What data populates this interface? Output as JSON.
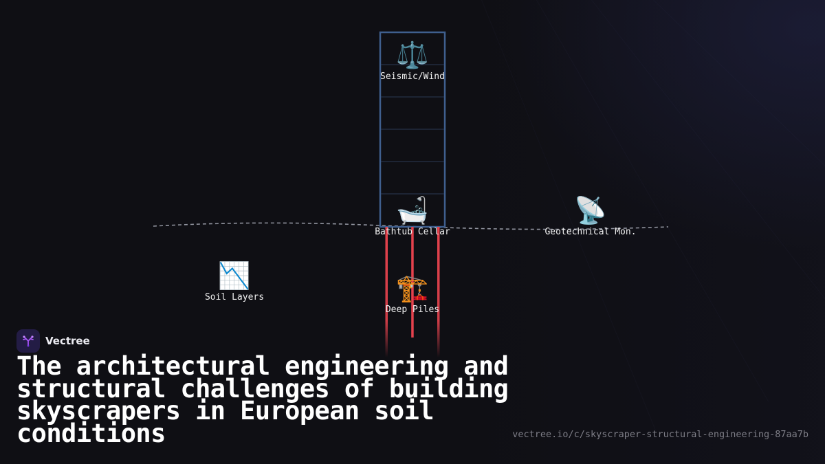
{
  "brand": {
    "name": "Vectree",
    "logo_icon": "vectree-tree-icon",
    "accent": "#a855f7"
  },
  "headline": "The architectural engineering and structural challenges of building skyscrapers in European soil conditions",
  "url": "vectree.io/c/skyscraper-structural-engineering-87aa7b",
  "diagram": {
    "nodes": [
      {
        "id": "seismic",
        "icon": "⚖️",
        "icon_name": "balance-scale-icon",
        "label": "Seismic/Wind"
      },
      {
        "id": "cellar",
        "icon": "🛁",
        "icon_name": "bathtub-icon",
        "label": "Bathtub Cellar"
      },
      {
        "id": "monitoring",
        "icon": "📡",
        "icon_name": "satellite-dish-icon",
        "label": "Geotechnical Mon."
      },
      {
        "id": "soil",
        "icon": "📉",
        "icon_name": "chart-decreasing-icon",
        "label": "Soil Layers"
      },
      {
        "id": "piles",
        "icon": "🏗️",
        "icon_name": "construction-crane-icon",
        "label": "Deep Piles"
      }
    ],
    "colors": {
      "tower_outline": "#3f5f8e",
      "floor_lines": "#2b3a55",
      "piles": "#e5424d",
      "ground_line": "#a9adb8",
      "background": "#0f0f14"
    }
  }
}
